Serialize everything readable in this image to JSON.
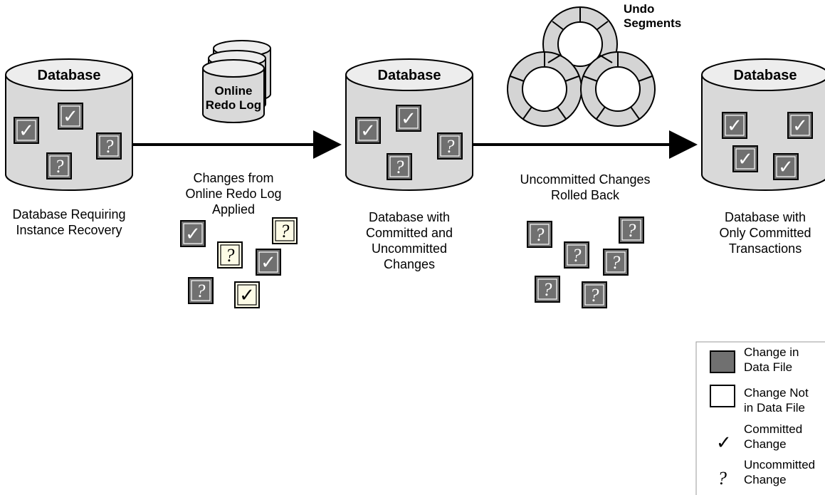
{
  "colors": {
    "cylinder_fill": "#d9d9d9",
    "cylinder_top": "#ededed",
    "dark_box": "#707070",
    "light_box": "#fdfbe6",
    "undo_fill": "#d4d4d4",
    "arrow": "#000000"
  },
  "databases": [
    {
      "title": "Database",
      "caption_lines": [
        "Database Requiring",
        "Instance Recovery"
      ]
    },
    {
      "title": "Database",
      "caption_lines": [
        "Database with",
        "Committed and",
        "Uncommitted",
        "Changes"
      ]
    },
    {
      "title": "Database",
      "caption_lines": [
        "Database with",
        "Only Committed",
        "Transactions"
      ]
    }
  ],
  "redo_log": {
    "label_lines": [
      "Online",
      "Redo Log"
    ]
  },
  "undo": {
    "label_lines": [
      "Undo",
      "Segments"
    ]
  },
  "steps": [
    {
      "label_lines": [
        "Changes from",
        "Online Redo Log",
        "Applied"
      ]
    },
    {
      "label_lines": [
        "Uncommitted Changes",
        "Rolled Back"
      ]
    }
  ],
  "glyphs": {
    "committed": "✓",
    "uncommitted": "?"
  },
  "legend": [
    {
      "icon": "dark-box",
      "lines": [
        "Change in",
        "Data File"
      ]
    },
    {
      "icon": "light-box",
      "lines": [
        "Change Not",
        "in Data File"
      ]
    },
    {
      "icon": "checkmark-icon",
      "lines": [
        "Committed",
        "Change"
      ]
    },
    {
      "icon": "question-icon",
      "lines": [
        "Uncommitted",
        "Change"
      ]
    }
  ]
}
